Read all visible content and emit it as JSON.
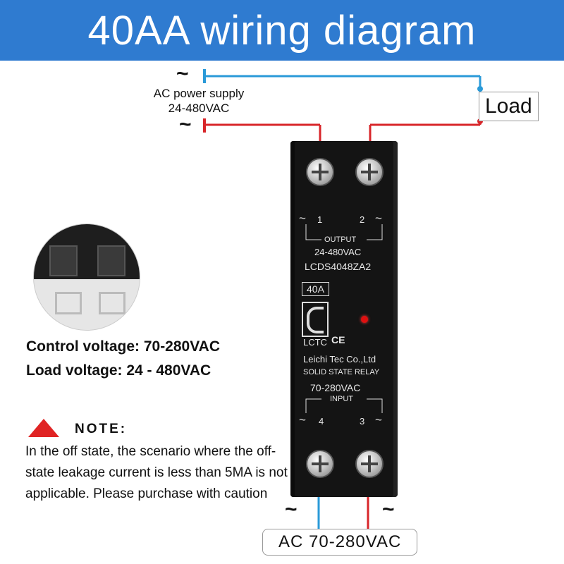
{
  "header": {
    "title": "40AA wiring diagram"
  },
  "power_supply": {
    "tilde_top": "~",
    "tilde_bottom": "~",
    "label_line1": "AC power supply",
    "label_line2": "24-480VAC"
  },
  "load": {
    "label": "Load"
  },
  "relay": {
    "output_terminal_1": "1",
    "output_terminal_2": "2",
    "output_label": "OUTPUT",
    "output_voltage": "24-480VAC",
    "model": "LCDS4048ZA2",
    "current": "40A",
    "brand": "LCTC",
    "ce_mark": "CE",
    "company": "Leichi Tec Co.,Ltd",
    "type": "SOLID STATE RELAY",
    "input_voltage": "70-280VAC",
    "input_label": "INPUT",
    "input_terminal_4": "4",
    "input_terminal_3": "3",
    "terminal_symbol": "~"
  },
  "specs": {
    "control_voltage": "Control voltage: 70-280VAC",
    "load_voltage": "Load voltage: 24 - 480VAC"
  },
  "note": {
    "title": "NOTE:",
    "body": "In the off state, the scenario where the off-state leakage current is less than 5MA is not applicable. Please purchase with caution"
  },
  "input_supply": {
    "tilde_left": "~",
    "tilde_right": "~",
    "label": "AC 70-280VAC"
  },
  "colors": {
    "banner": "#2f7bd0",
    "wire_blue": "#2a9ad8",
    "wire_red": "#d8262a",
    "warning": "#e02424",
    "indicator": "#e01010"
  }
}
